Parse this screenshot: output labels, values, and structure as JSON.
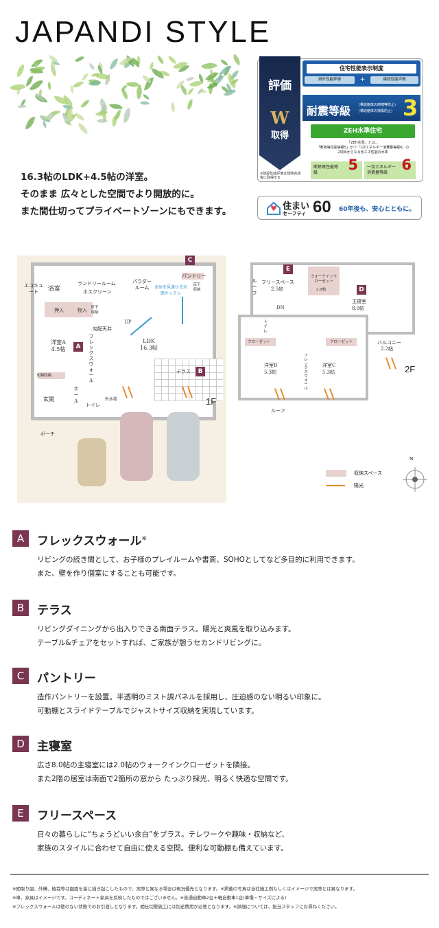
{
  "title": "JAPANDI STYLE",
  "intro": [
    "16.3帖のLDK+4.5帖の洋室。",
    "そのまま 広々とした空間でより開放的に。",
    "また間仕切ってプライベートゾーンにもできます。"
  ],
  "badge": {
    "ribbon_top": "評価",
    "ribbon_w": "W",
    "ribbon_bottom": "取得",
    "ribbon_note": "※建設性能評価は建物完成後に取得する",
    "system": "住宅性能表示制度",
    "sub1": "設計性能評価",
    "sub2": "建設性能評価",
    "plus": "+",
    "seismic": "耐震等級",
    "seismic_note1": "(構造躯体の倒壊等防止)",
    "seismic_note2": "(構造躯体の損傷防止)",
    "seismic_grade": "3",
    "zeh": "ZEH水準住宅",
    "zeh_desc1": "「ZEH水準」とは…",
    "zeh_desc2": "「断熱等性能等級5」かつ「1次エネルギー消費量等級6」の",
    "zeh_desc3": "2項目からなる省エネ性能の水準",
    "insul_label": "断熱等性能等級",
    "insul_grade": "5",
    "energy_label": "一次エネルギー消費量等級",
    "energy_grade": "6"
  },
  "anshin": {
    "name1": "住まい",
    "name2": "セーフティ",
    "num": "60",
    "tagline": "60年後も、安心とともに。"
  },
  "plan1f": {
    "floor": "1F",
    "eco": "エコキュート",
    "bath": "浴室",
    "laundry": "ランドリールーム",
    "screen": "ホスクリーン",
    "powder": "パウダールーム",
    "pantry": "パントリー",
    "kitchen_note": "全体を見渡せる対面キッチン",
    "underfloor1": "床下収納",
    "underfloor2": "床下収納",
    "oshiire": "押入",
    "monoire": "物入",
    "up": "UP",
    "haihai": "勾配天井",
    "room_a": "洋室A",
    "room_a_size": "4.5帖",
    "flex": "フレックスウォール",
    "ldk": "LDK",
    "ldk_size": "16.3帖",
    "terrace": "テラス",
    "genkan_storage": "玄関収納",
    "genkan": "玄関",
    "hall": "ホール",
    "toilet": "トイレ",
    "faucet": "外水栓",
    "porch": "ポーチ"
  },
  "plan2f": {
    "floor": "2F",
    "free": "フリースペース",
    "free_size": "2.5帖",
    "wic": "ウォークインクローゼット",
    "wic_size": "2.0帖",
    "master": "主寝室",
    "master_size": "8.0帖",
    "roof1": "ルーフ",
    "dn": "DN",
    "toilet": "トイレ",
    "closet1": "クローゼット",
    "closet2": "クローゼット",
    "balcony": "バルコニー",
    "balcony_size": "2.2帖",
    "room_b": "洋室B",
    "room_b_size": "5.3帖",
    "room_c": "洋室C",
    "room_c_size": "5.3帖",
    "flex": "フレックスウォール",
    "roof2": "ルーフ"
  },
  "legend": {
    "storage": "収納スペース",
    "sunlight": "陽光",
    "north": "N"
  },
  "sections": [
    {
      "mark": "A",
      "title": "フレックスウォール",
      "sup": "※",
      "desc": [
        "リビングの続き間として、お子様のプレイルームや書斎、SOHOとしてなど多目的に利用できます。",
        "また、壁を作り個室にすることも可能です。"
      ]
    },
    {
      "mark": "B",
      "title": "テラス",
      "desc": [
        "リビングダイニングから出入りできる南面テラス。陽光と爽風を取り込みます。",
        "テーブル&チェアをセットすれば、ご家族が憩うセカンドリビングに。"
      ]
    },
    {
      "mark": "C",
      "title": "パントリー",
      "desc": [
        "造作パントリーを設置。半透明のミスト調パネルを採用し、圧迫感のない明るい印象に。",
        "可動棚とスライドテーブルでジャストサイズ収納を実現しています。"
      ]
    },
    {
      "mark": "D",
      "title": "主寝室",
      "desc": [
        "広さ8.0帖の主寝室には2.0帖のウォークインクローゼットを隣接。",
        "また2階の居室は南面で2箇所の窓から たっぷり採光、明るく快適な空間です。"
      ]
    },
    {
      "mark": "E",
      "title": "フリースペース",
      "desc": [
        "日々の暮らしに“ちょうどいい余白”をプラス。テレワークや趣味・収納など、",
        "家族のスタイルに合わせて自由に使える空間。便利な可動棚も備えています。"
      ]
    }
  ],
  "footnotes": [
    "※間取り図、外構、植栽等は図面を基に描き起こしたもので、実際と異なる場合は現況優先となります。※掲載の写真は当社施工例もしくはイメージで実際とは異なります。",
    "※車、家具はイメージです。コーディネート家具を反映したものではございません。※普通自動車2台＋軽自動車1台(車種・サイズによる)",
    "※フレックスウォールは壁のない状態でのお引渡しとなります。間仕切壁施工には別途費用が必要となります。※詳細については、担当スタッフにお尋ねください。"
  ],
  "colors": {
    "accent": "#7a3550",
    "storage": "#e8d2d0",
    "sun": "#e68a2e",
    "zeh": "#3aa830",
    "navy": "#1e5ea8"
  }
}
